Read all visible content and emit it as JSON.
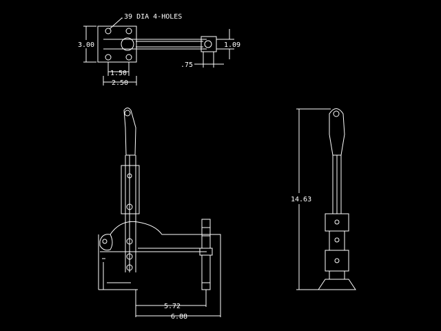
{
  "colors": {
    "background": "#000000",
    "line": "#ffffff"
  },
  "top_view": {
    "hole_note": ".39 DIA 4-HOLES",
    "dim_height": "3.00",
    "dim_width": "1.09",
    "dim_hole_spacing": "1.50",
    "dim_base_width": "2.50",
    "dim_pin_offset": ".75"
  },
  "front_view": {
    "dim_spindle": "5.72",
    "dim_overall": "6.88"
  },
  "side_view": {
    "dim_height": "14.63"
  }
}
